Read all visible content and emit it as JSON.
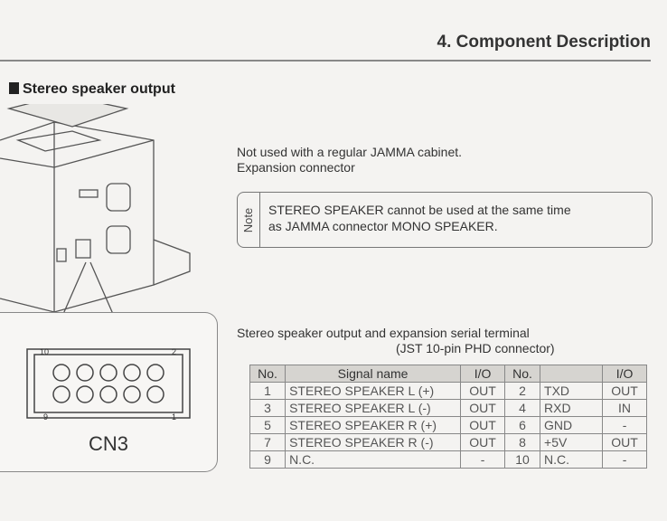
{
  "header": {
    "chapter": "4. Component Description"
  },
  "section": {
    "title": "Stereo speaker output"
  },
  "intro": {
    "line1": "Not used with a regular JAMMA cabinet.",
    "line2": "Expansion connector"
  },
  "note": {
    "label": "Note",
    "line1": "STEREO SPEAKER cannot be used at the same time",
    "line2": "as JAMMA connector MONO SPEAKER."
  },
  "caption": {
    "line1": "Stereo speaker output and expansion serial terminal",
    "line2": "(JST 10-pin PHD connector)"
  },
  "connector": {
    "name": "CN3",
    "pin10": "10",
    "pin2": "2",
    "pin9": "9",
    "pin1": "1"
  },
  "table": {
    "headers": [
      "No.",
      "Signal name",
      "I/O",
      "No.",
      "",
      "I/O"
    ],
    "rows": [
      [
        "1",
        "STEREO SPEAKER L (+)",
        "OUT",
        "2",
        "TXD",
        "OUT"
      ],
      [
        "3",
        "STEREO SPEAKER L (-)",
        "OUT",
        "4",
        "RXD",
        "IN"
      ],
      [
        "5",
        "STEREO SPEAKER R (+)",
        "OUT",
        "6",
        "GND",
        "-"
      ],
      [
        "7",
        "STEREO SPEAKER R (-)",
        "OUT",
        "8",
        "+5V",
        "OUT"
      ],
      [
        "9",
        "N.C.",
        "-",
        "10",
        "N.C.",
        "-"
      ]
    ]
  }
}
